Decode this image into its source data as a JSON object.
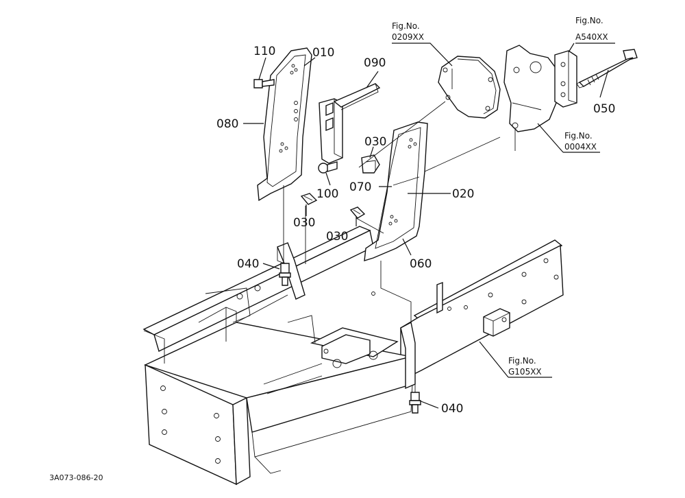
{
  "callouts": {
    "p110": "110",
    "p010": "010",
    "p090": "090",
    "p080": "080",
    "p030a": "030",
    "p030b": "030",
    "p030c": "030",
    "p100": "100",
    "p070": "070",
    "p020": "020",
    "p060": "060",
    "p040a": "040",
    "p040b": "040",
    "p050": "050"
  },
  "figure_refs": {
    "ref1_caption": "Fig.No.",
    "ref1_code": "0209XX",
    "ref2_caption": "Fig.No.",
    "ref2_code": "A540XX",
    "ref3_caption": "Fig.No.",
    "ref3_code": "0004XX",
    "ref4_caption": "Fig.No.",
    "ref4_code": "G105XX"
  },
  "drawing_code": "3A073-086-20"
}
